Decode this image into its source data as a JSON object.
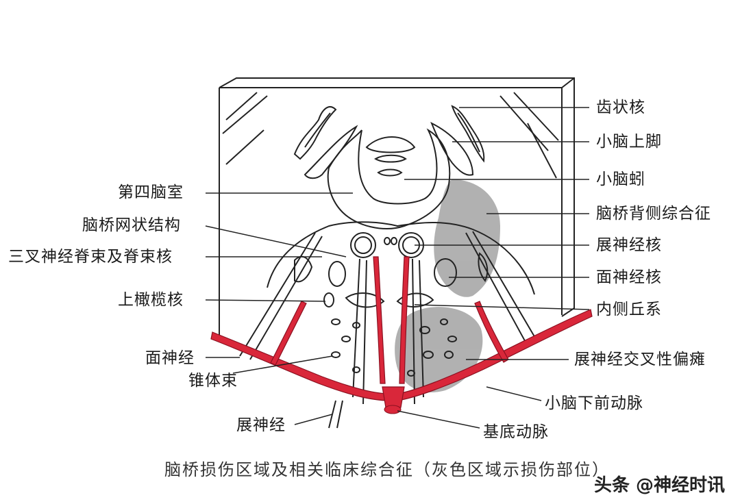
{
  "labels_right": [
    "齿状核",
    "小脑上脚",
    "小脑蚓",
    "脑桥背侧综合征",
    "展神经核",
    "面神经核",
    "内侧丘系",
    "展神经交叉性偏瘫",
    "小脑下前动脉",
    "基底动脉"
  ],
  "labels_left": [
    "第四脑室",
    "脑桥网状结构",
    "三叉神经脊束及脊束核",
    "上橄榄核",
    "面神经",
    "锥体束",
    "展神经"
  ],
  "caption": "脑桥损伤区域及相关临床综合征（灰色区域示损伤部位）",
  "watermark": "头条 @神经时讯",
  "colors": {
    "artery": "#d9273a",
    "lesion": "#a8a8a8",
    "line": "#222222"
  }
}
